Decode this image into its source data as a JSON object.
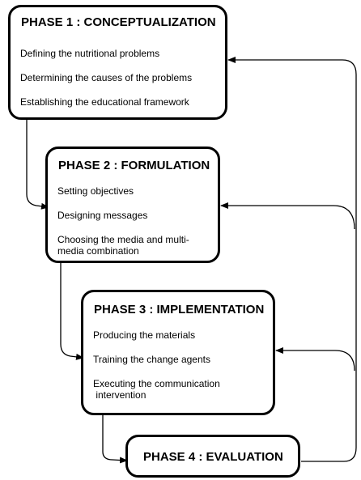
{
  "phases": [
    {
      "title": "PHASE 1 : CONCEPTUALIZATION",
      "items": [
        "Defining the nutritional problems",
        "Determining the causes of the problems",
        "Establishing the  educational framework"
      ]
    },
    {
      "title": "PHASE 2 : FORMULATION",
      "items": [
        "Setting objectives",
        "Designing messages",
        "Choosing the media and multi-\nmedia combination"
      ]
    },
    {
      "title": "PHASE 3 : IMPLEMENTATION",
      "items": [
        "Producing the materials",
        "Training the change agents",
        "Executing the communication\n intervention"
      ]
    },
    {
      "title": "PHASE 4 : EVALUATION",
      "items": []
    }
  ]
}
